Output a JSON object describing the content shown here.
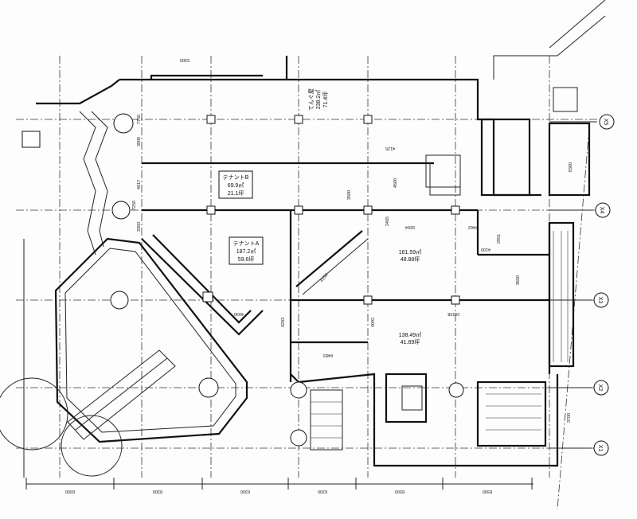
{
  "plan": {
    "rooms": [
      {
        "id": "tenant-b",
        "name": "テナントB",
        "area": "69.9㎡",
        "tsubo": "21.1坪"
      },
      {
        "id": "tenant-a",
        "name": "テナントA",
        "area": "187.2㎡",
        "tsubo": "59.6坪"
      },
      {
        "id": "restaurant",
        "name": "てんぐ屋",
        "area": "238.2㎡",
        "tsubo": "71.4坪"
      },
      {
        "id": "unit-middle",
        "area": "161.59㎡",
        "tsubo": "48.88坪"
      },
      {
        "id": "unit-lower",
        "area": "138.49㎡",
        "tsubo": "41.89坪"
      }
    ],
    "grid_labels": [
      "X5",
      "X4",
      "X3",
      "X2",
      "X1"
    ],
    "bottom_dimensions": [
      "8300",
      "8300",
      "6300",
      "6300",
      "8300",
      "8300"
    ],
    "other_dimensions": [
      "5300",
      "7750",
      "3900",
      "4917",
      "7250",
      "3350",
      "4125",
      "4600",
      "3500",
      "2465",
      "2462",
      "2951",
      "4100",
      "9264",
      "16238",
      "4092",
      "4283",
      "6483",
      "4930",
      "3650",
      "8300",
      "3700",
      "4150"
    ]
  }
}
